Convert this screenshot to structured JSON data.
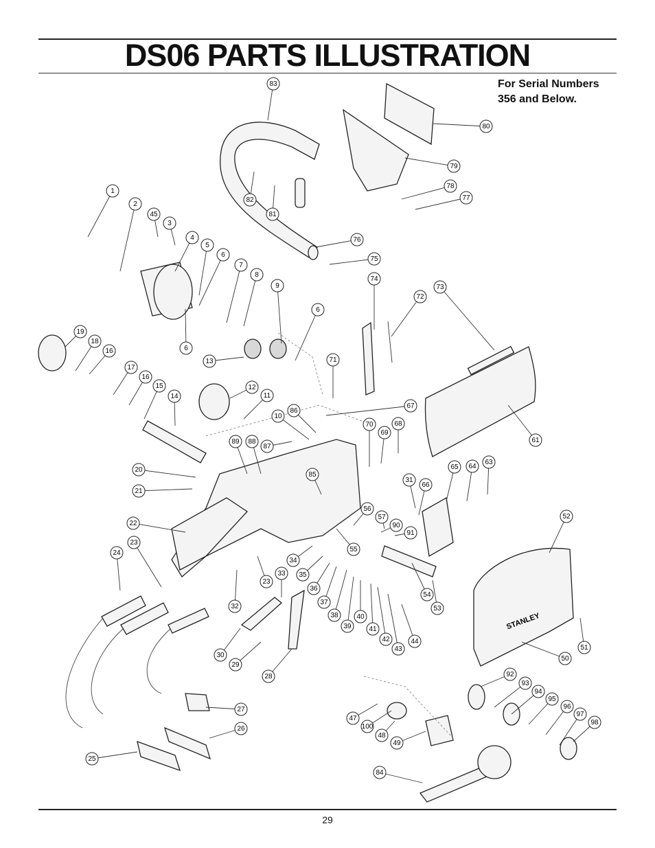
{
  "header": {
    "title": "DS06 PARTS ILLUSTRATION"
  },
  "note": {
    "line1": "For Serial Numbers",
    "line2": "356 and Below."
  },
  "footer": {
    "page_number": "29"
  },
  "callouts": [
    "1",
    "2",
    "3",
    "4",
    "5",
    "6",
    "6",
    "6",
    "7",
    "8",
    "9",
    "10",
    "11",
    "12",
    "13",
    "14",
    "15",
    "16",
    "16",
    "17",
    "18",
    "19",
    "20",
    "21",
    "22",
    "23",
    "23",
    "24",
    "25",
    "26",
    "27",
    "28",
    "29",
    "30",
    "31",
    "32",
    "33",
    "34",
    "35",
    "36",
    "37",
    "38",
    "39",
    "40",
    "41",
    "42",
    "43",
    "44",
    "47",
    "48",
    "49",
    "50",
    "51",
    "52",
    "53",
    "54",
    "55",
    "56",
    "57",
    "61",
    "63",
    "64",
    "65",
    "66",
    "67",
    "68",
    "69",
    "70",
    "71",
    "72",
    "73",
    "74",
    "75",
    "76",
    "77",
    "78",
    "79",
    "80",
    "81",
    "82",
    "83",
    "84",
    "85",
    "86",
    "87",
    "88",
    "89",
    "90",
    "91",
    "92",
    "93",
    "94",
    "95",
    "96",
    "97",
    "98",
    "100",
    "45"
  ]
}
